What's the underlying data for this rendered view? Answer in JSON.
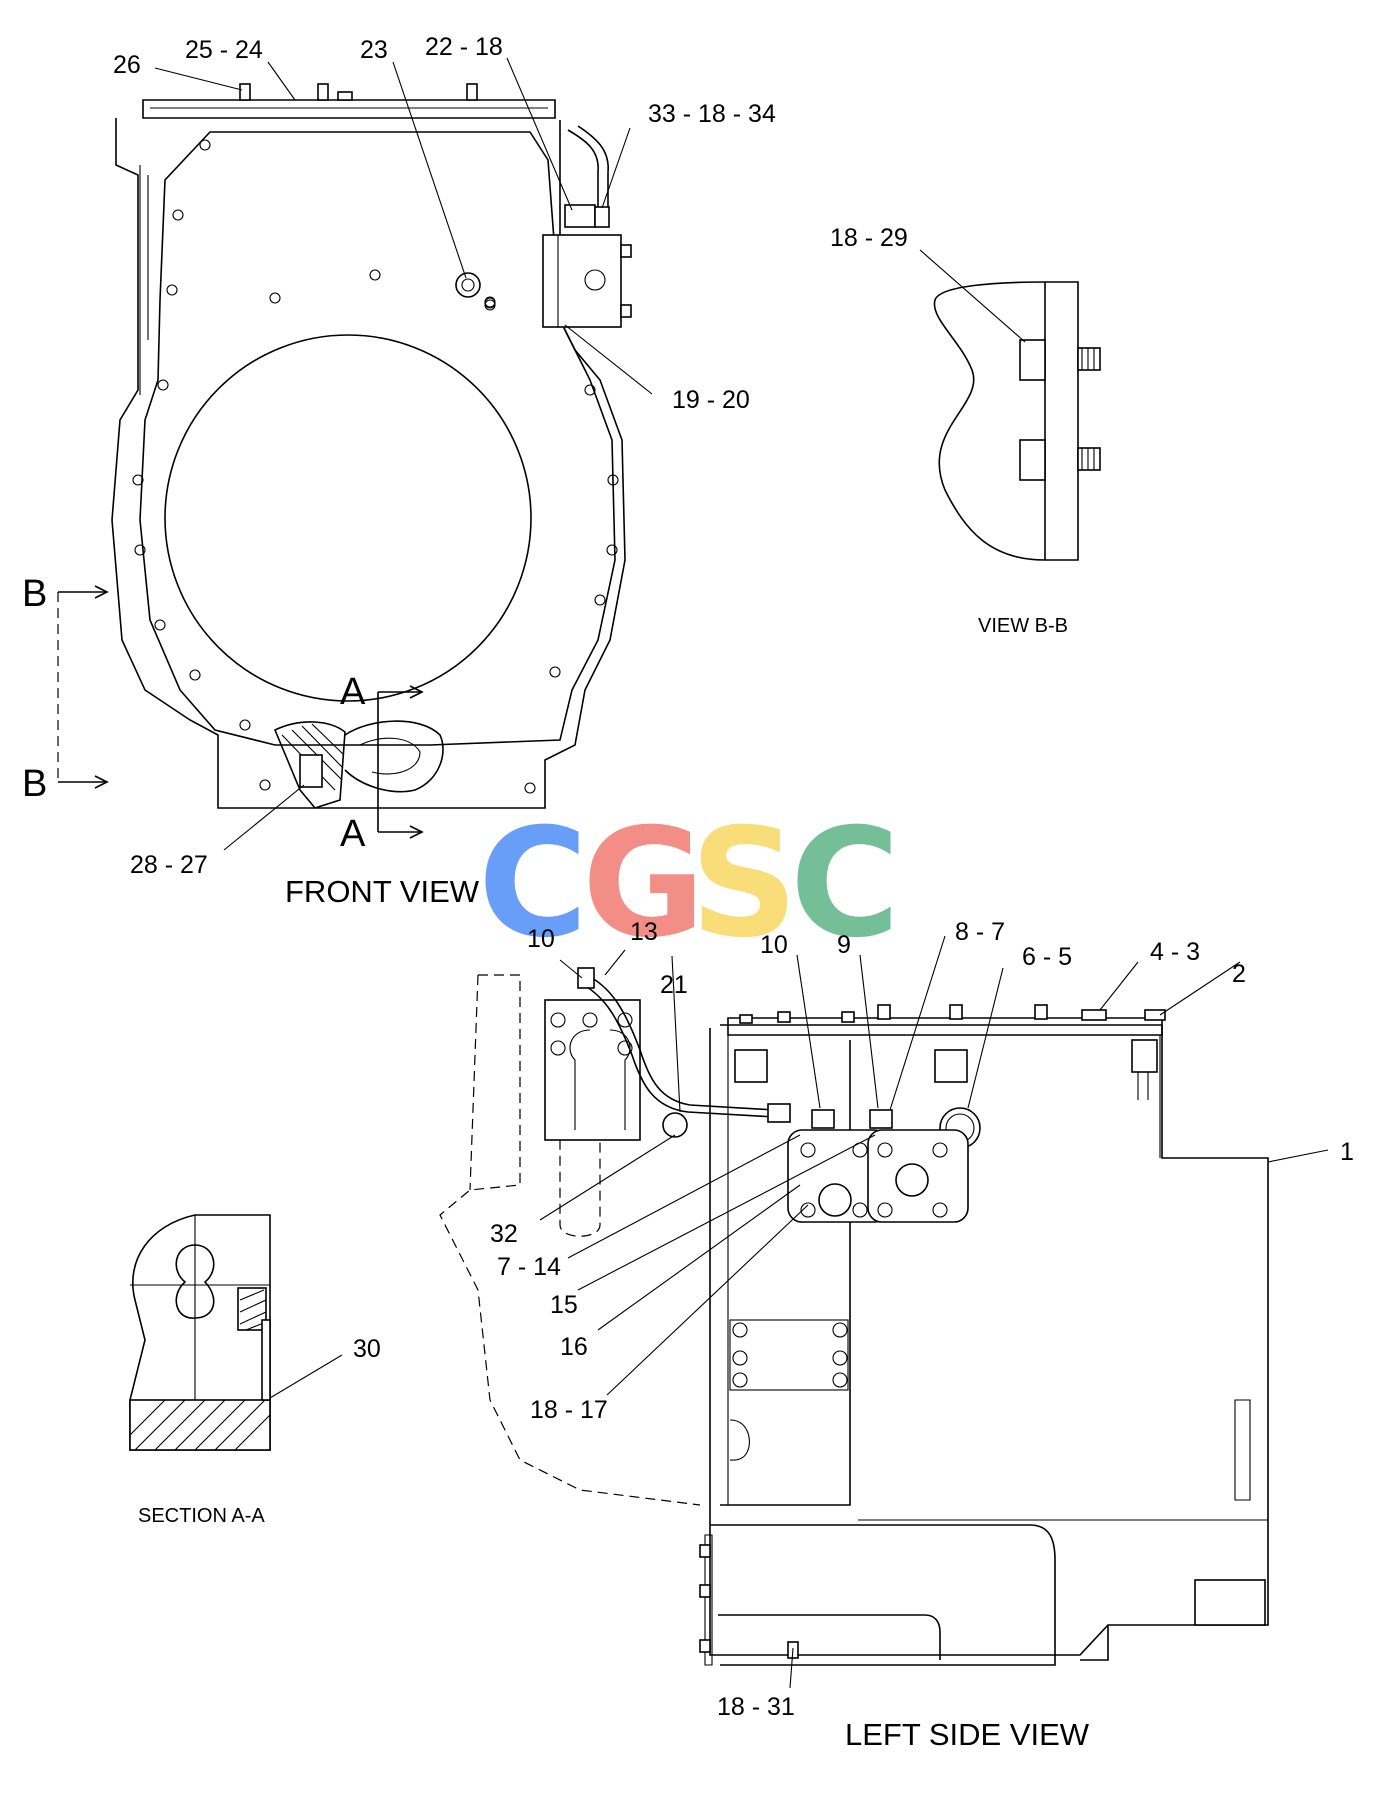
{
  "views": {
    "front": "FRONT VIEW",
    "left_side": "LEFT SIDE VIEW",
    "view_bb": "VIEW B-B",
    "section_aa": "SECTION A-A"
  },
  "section_markers": {
    "b_top": "B",
    "b_bottom": "B",
    "a_top": "A",
    "a_bottom": "A"
  },
  "watermark": {
    "letters": [
      "C",
      "G",
      "S",
      "C"
    ],
    "colors": [
      "#4f8ef7",
      "#f07b72",
      "#f9d862",
      "#5cb587"
    ]
  },
  "callouts": {
    "front": [
      "26",
      "25 - 24",
      "23",
      "22 - 18",
      "33 - 18 - 34",
      "19 - 20",
      "28 - 27"
    ],
    "view_bb": [
      "18 - 29"
    ],
    "section_aa": [
      "30"
    ],
    "left": [
      "10",
      "13",
      "10",
      "9",
      "8 - 7",
      "6 - 5",
      "4 - 3",
      "2",
      "21",
      "1",
      "32",
      "7 - 14",
      "15",
      "16",
      "18 - 17",
      "18 - 31"
    ]
  }
}
